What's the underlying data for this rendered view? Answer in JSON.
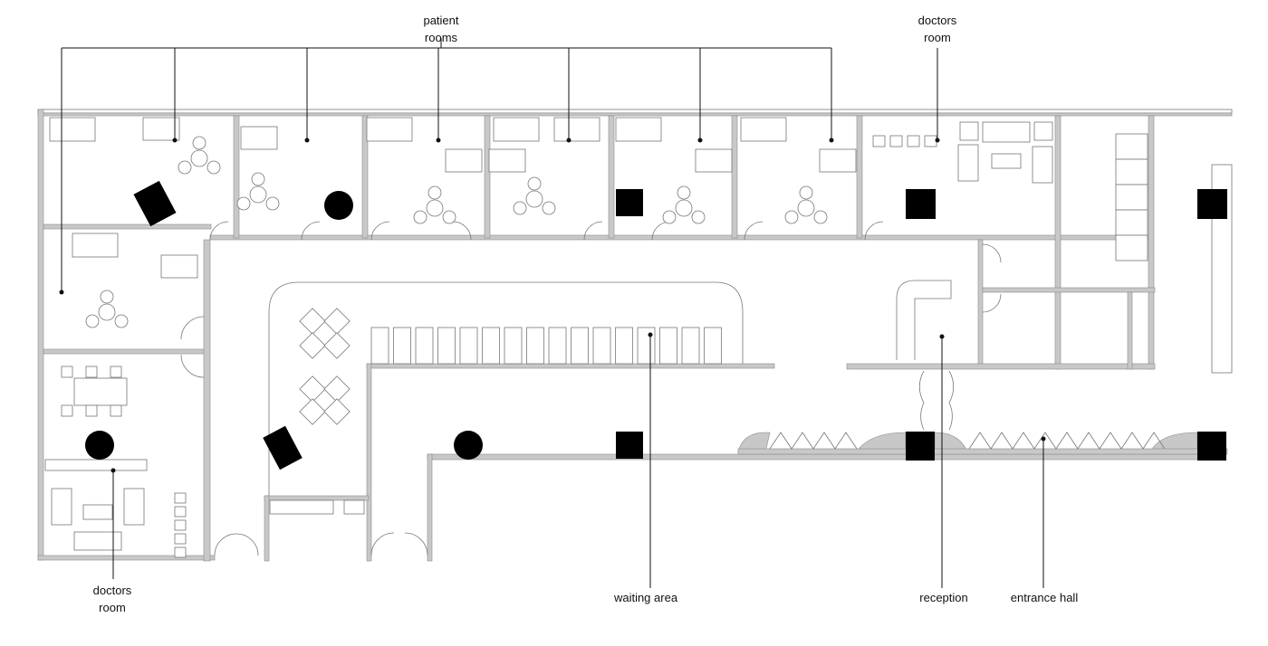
{
  "labels": {
    "patient_rooms": [
      "patient",
      "rooms"
    ],
    "doctors_room_top": [
      "doctors",
      "room"
    ],
    "doctors_room_bottom": [
      "doctors",
      "room"
    ],
    "waiting_area": "waiting area",
    "reception": "reception",
    "entrance_hall": "entrance hall"
  },
  "colors": {
    "wall": "#c8c8c8",
    "pillar": "#000000",
    "line": "#111111"
  }
}
